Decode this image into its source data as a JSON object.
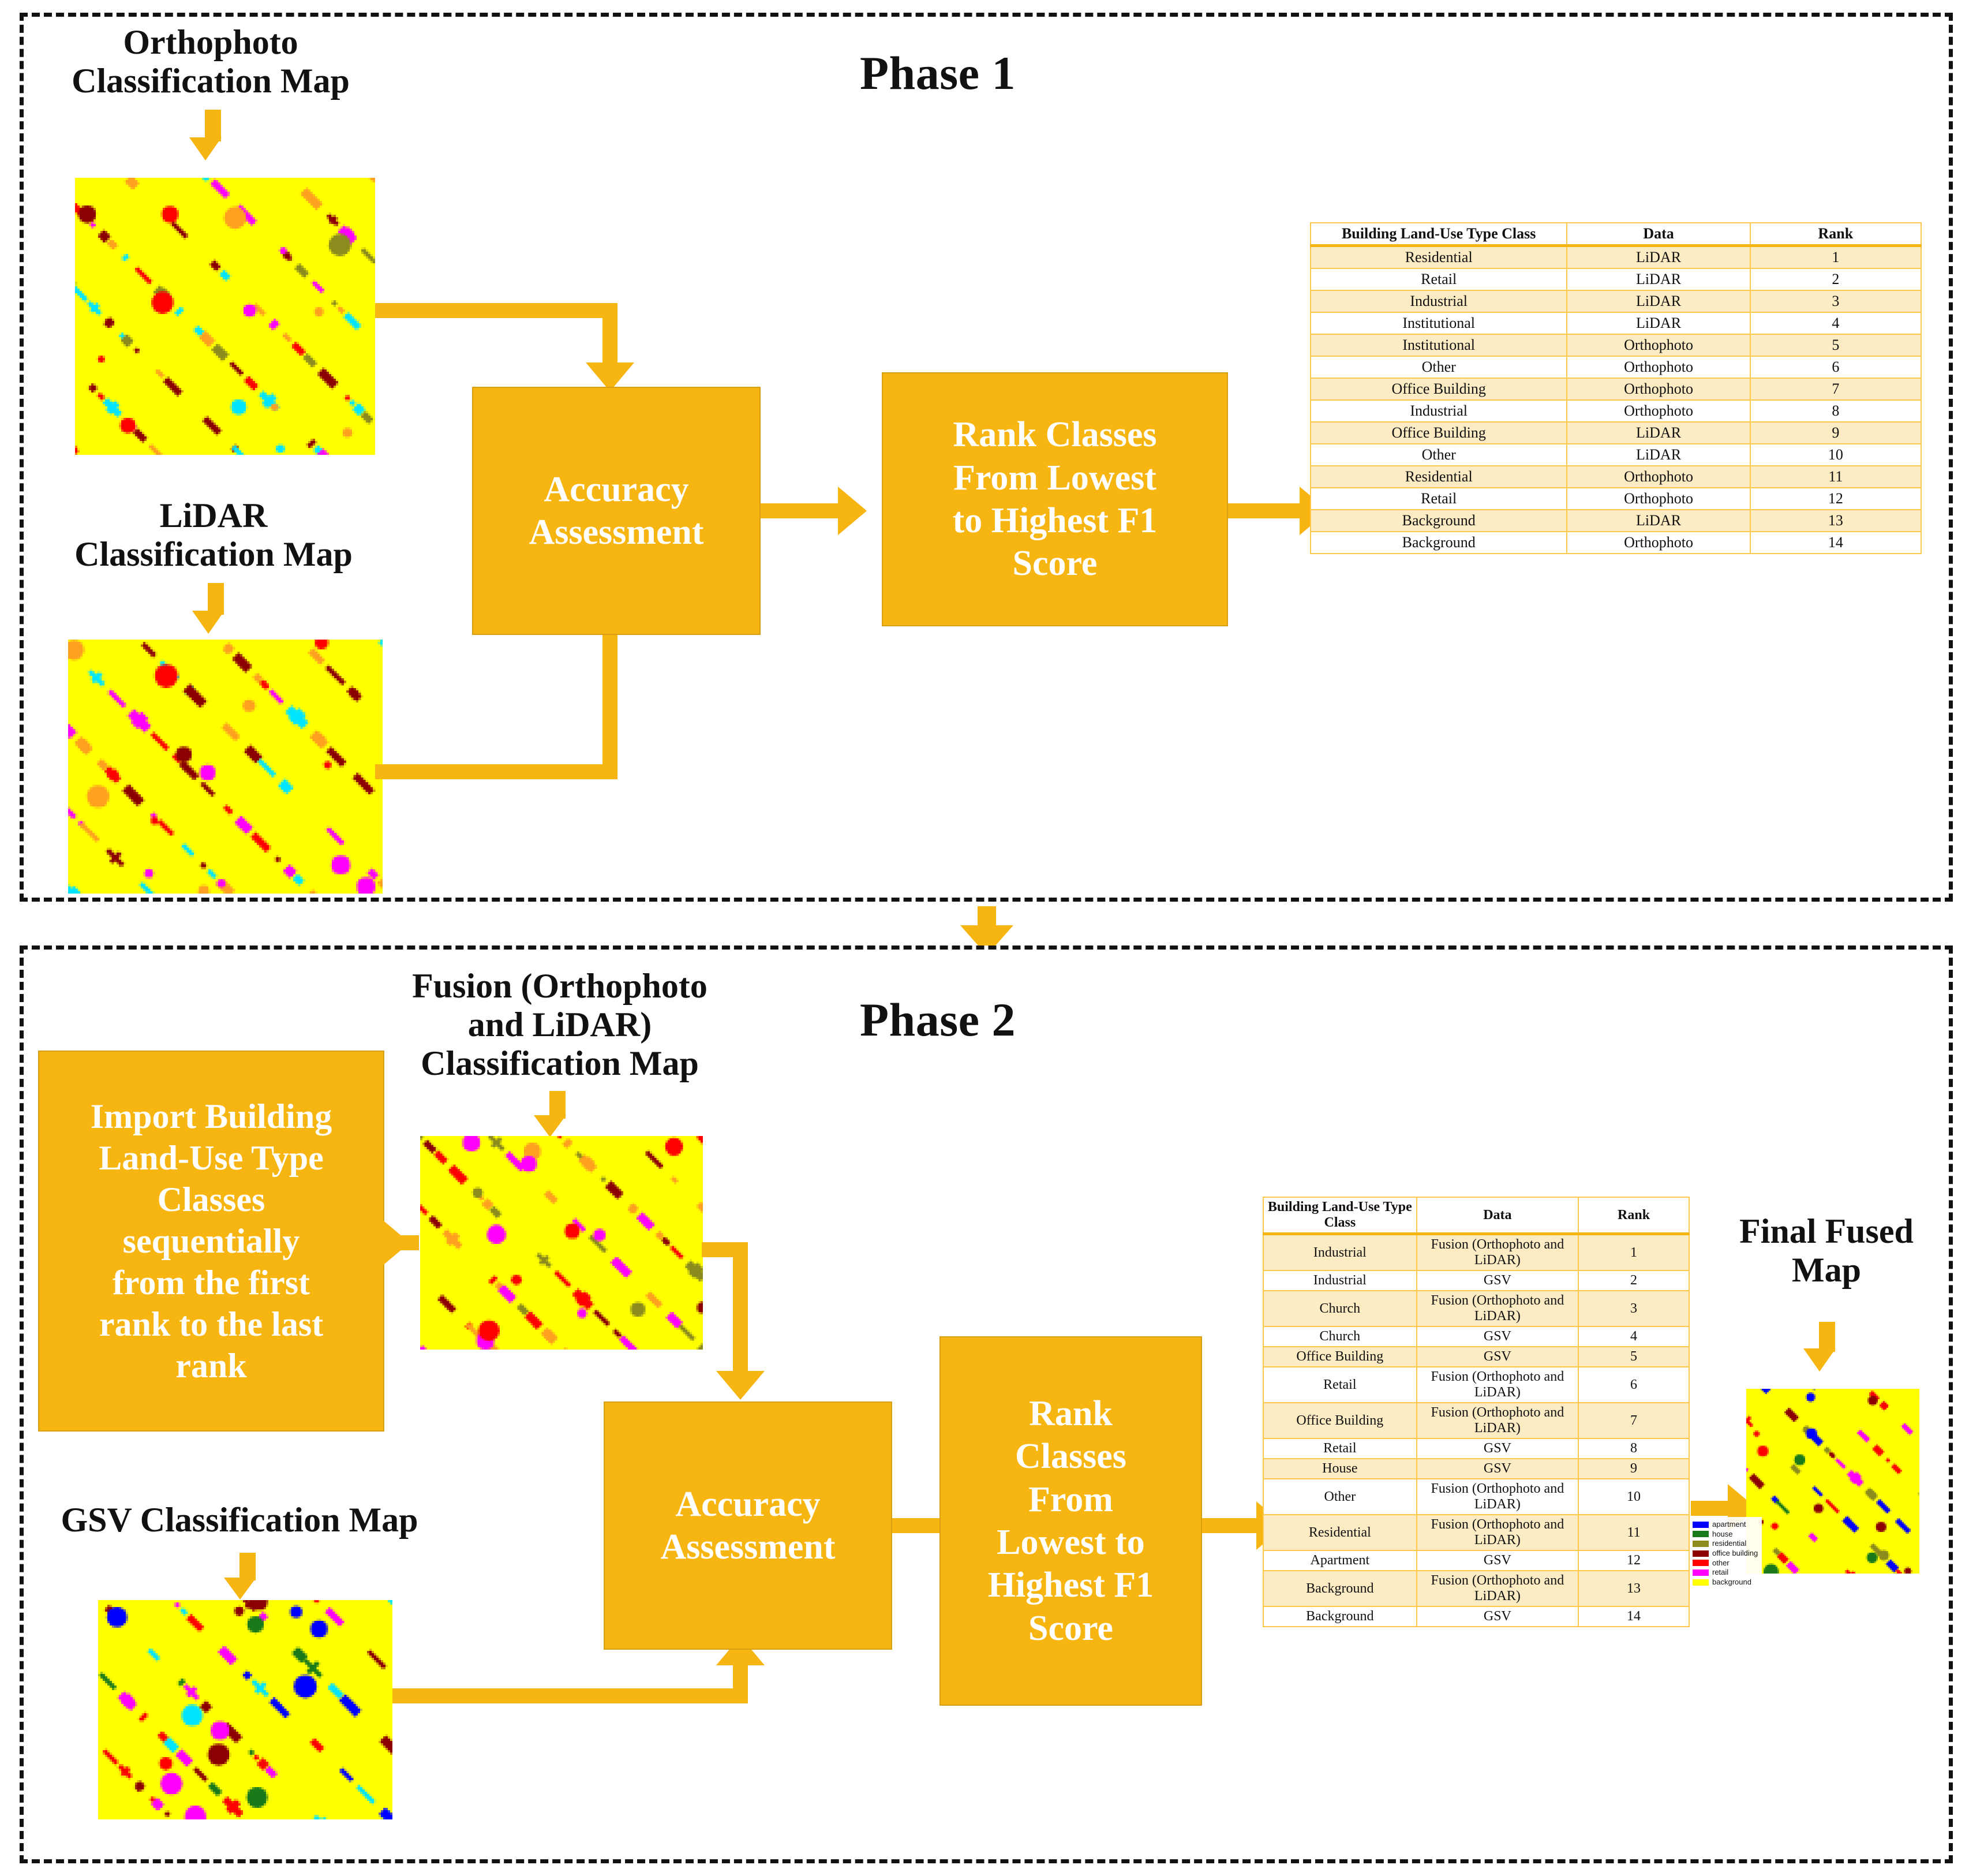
{
  "phase1": {
    "title": "Phase 1",
    "orthophoto_caption": "Orthophoto\nClassification Map",
    "lidar_caption": "LiDAR\nClassification  Map",
    "accuracy_box": "Accuracy\nAssessment",
    "rank_box": "Rank Classes\nFrom Lowest\nto Highest F1\nScore",
    "table": {
      "headers": [
        "Building Land-Use Type Class",
        "Data",
        "Rank"
      ],
      "rows": [
        [
          "Residential",
          "LiDAR",
          "1"
        ],
        [
          "Retail",
          "LiDAR",
          "2"
        ],
        [
          "Industrial",
          "LiDAR",
          "3"
        ],
        [
          "Institutional",
          "LiDAR",
          "4"
        ],
        [
          "Institutional",
          "Orthophoto",
          "5"
        ],
        [
          "Other",
          "Orthophoto",
          "6"
        ],
        [
          "Office Building",
          "Orthophoto",
          "7"
        ],
        [
          "Industrial",
          "Orthophoto",
          "8"
        ],
        [
          "Office Building",
          "LiDAR",
          "9"
        ],
        [
          "Other",
          "LiDAR",
          "10"
        ],
        [
          "Residential",
          "Orthophoto",
          "11"
        ],
        [
          "Retail",
          "Orthophoto",
          "12"
        ],
        [
          "Background",
          "LiDAR",
          "13"
        ],
        [
          "Background",
          "Orthophoto",
          "14"
        ]
      ]
    }
  },
  "phase2": {
    "title": "Phase 2",
    "import_box": "Import Building\nLand-Use Type\nClasses\nsequentially\nfrom the first\nrank to the last\nrank",
    "fusion_caption": "Fusion (Orthophoto\nand LiDAR)\nClassification Map",
    "gsv_caption": "GSV Classification Map",
    "accuracy_box": "Accuracy\nAssessment",
    "rank_box": "Rank\nClasses\nFrom\nLowest to\nHighest F1\nScore",
    "final_caption": "Final Fused\nMap",
    "table": {
      "headers": [
        "Building Land-Use Type Class",
        "Data",
        "Rank"
      ],
      "rows": [
        [
          "Industrial",
          "Fusion (Orthophoto and LiDAR)",
          "1"
        ],
        [
          "Industrial",
          "GSV",
          "2"
        ],
        [
          "Church",
          "Fusion (Orthophoto and LiDAR)",
          "3"
        ],
        [
          "Church",
          "GSV",
          "4"
        ],
        [
          "Office Building",
          "GSV",
          "5"
        ],
        [
          "Retail",
          "Fusion (Orthophoto and LiDAR)",
          "6"
        ],
        [
          "Office Building",
          "Fusion (Orthophoto and LiDAR)",
          "7"
        ],
        [
          "Retail",
          "GSV",
          "8"
        ],
        [
          "House",
          "GSV",
          "9"
        ],
        [
          "Other",
          "Fusion (Orthophoto and LiDAR)",
          "10"
        ],
        [
          "Residential",
          "Fusion (Orthophoto and LiDAR)",
          "11"
        ],
        [
          "Apartment",
          "GSV",
          "12"
        ],
        [
          "Background",
          "Fusion (Orthophoto and LiDAR)",
          "13"
        ],
        [
          "Background",
          "GSV",
          "14"
        ]
      ]
    },
    "legend": [
      {
        "label": "apartment",
        "color": "#0000FF"
      },
      {
        "label": "house",
        "color": "#1A7A1A"
      },
      {
        "label": "residential",
        "color": "#8B8B1E"
      },
      {
        "label": "office building",
        "color": "#8B0000"
      },
      {
        "label": "other",
        "color": "#FF0000"
      },
      {
        "label": "retail",
        "color": "#FF00FF"
      },
      {
        "label": "background",
        "color": "#FFFF00"
      }
    ]
  },
  "colors": {
    "accent_orange": "#F6B510",
    "table_row_tint": "#FDEBC4",
    "table_border": "#FFC84A",
    "map_background": "#FFFF00"
  },
  "map_palettes": {
    "orthophoto": [
      "#FF00FF",
      "#FF0000",
      "#8B0000",
      "#8B8B1E",
      "#FFA020",
      "#00E5FF"
    ],
    "lidar": [
      "#8B0000",
      "#FF0000",
      "#FF00FF",
      "#00E5FF",
      "#FFA020"
    ],
    "fusion": [
      "#FF00FF",
      "#8B0000",
      "#FF0000",
      "#8B8B1E",
      "#FFA020"
    ],
    "gsv": [
      "#0000FF",
      "#1A7A1A",
      "#8B0000",
      "#FF00FF",
      "#00E5FF",
      "#FF0000"
    ],
    "final": [
      "#0000FF",
      "#1A7A1A",
      "#8B0000",
      "#FF00FF",
      "#FF0000",
      "#8B8B1E"
    ]
  }
}
